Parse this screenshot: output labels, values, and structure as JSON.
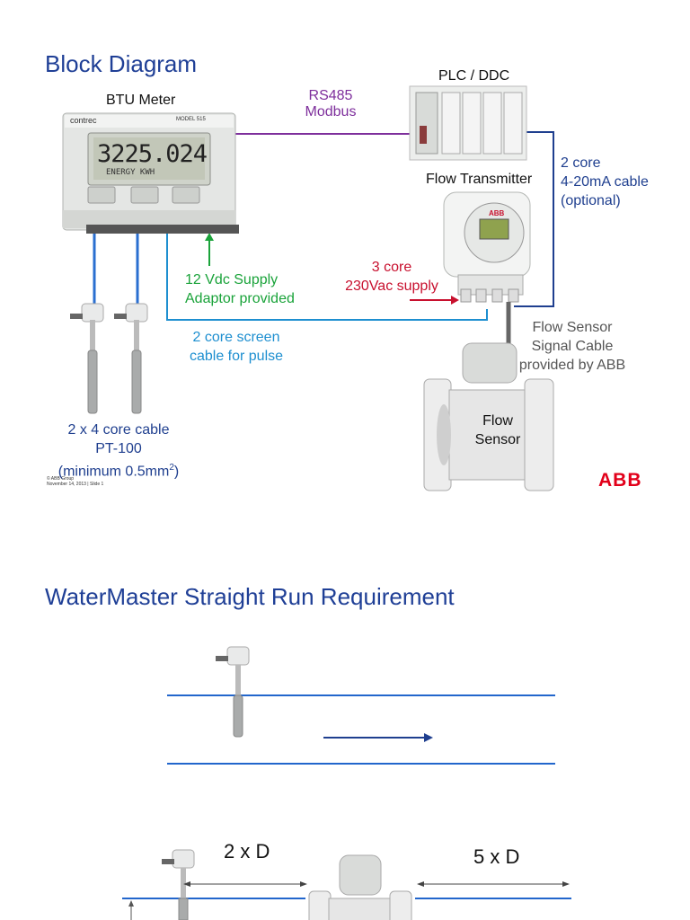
{
  "slide1": {
    "title": "Block Diagram",
    "btu_meter": {
      "label": "BTU Meter",
      "brand": "contrec",
      "model": "MODEL 515",
      "display": "3225.024",
      "display_sub": "ENERGY  KWH"
    },
    "plc": {
      "label": "PLC / DDC"
    },
    "rs485": {
      "line1": "RS485",
      "line2": "Modbus"
    },
    "flow_transmitter": {
      "label": "Flow Transmitter",
      "brand": "ABB"
    },
    "two_core": {
      "line1": "2 core",
      "line2": "4-20mA cable",
      "line3": "(optional)"
    },
    "supply_12v": {
      "line1": "12 Vdc Supply",
      "line2": "Adaptor provided"
    },
    "supply_230v": {
      "line1": "3 core",
      "line2": "230Vac supply"
    },
    "pulse_cable": {
      "line1": "2 core screen",
      "line2": "cable for pulse"
    },
    "sensor_cable": {
      "line1": "Flow Sensor",
      "line2": "Signal Cable",
      "line3": "provided by ABB"
    },
    "pt100": {
      "line1": "2 x 4 core cable",
      "line2": "PT-100",
      "line3": "(minimum 0.5mm",
      "line3_sup": "2",
      "line3_end": ")"
    },
    "flow_sensor": {
      "line1": "Flow",
      "line2": "Sensor"
    },
    "footer": {
      "line1": "© ABB Group",
      "line2": "November 14, 2013 | Slide 1"
    },
    "logo": "ABB"
  },
  "slide2": {
    "title": "WaterMaster Straight Run Requirement",
    "upstream": "2 x D",
    "downstream": "5 x D"
  },
  "colors": {
    "title": "#1f3f96",
    "modbus_line": "#7e2f9c",
    "pulse_line": "#1e8fd0",
    "supply_line": "#1aa33a",
    "pipe_line": "#2266cc",
    "abb_red": "#e2001a"
  }
}
